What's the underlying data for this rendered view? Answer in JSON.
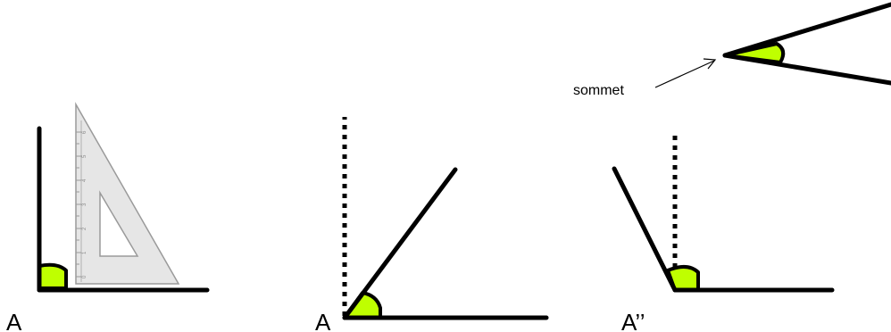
{
  "labels": {
    "vertex_word": "sommet",
    "angle1_vertex": "A",
    "angle2_vertex": "A",
    "angle3_vertex": "A’’"
  },
  "colors": {
    "angle_fill": "#bfff00",
    "stroke": "#000000",
    "set_square_fill": "#e6e6e6",
    "set_square_stroke": "#9a9a9a"
  },
  "ruler": {
    "ticks": [
      "0",
      "1",
      "2",
      "3",
      "4",
      "5",
      "6"
    ]
  }
}
